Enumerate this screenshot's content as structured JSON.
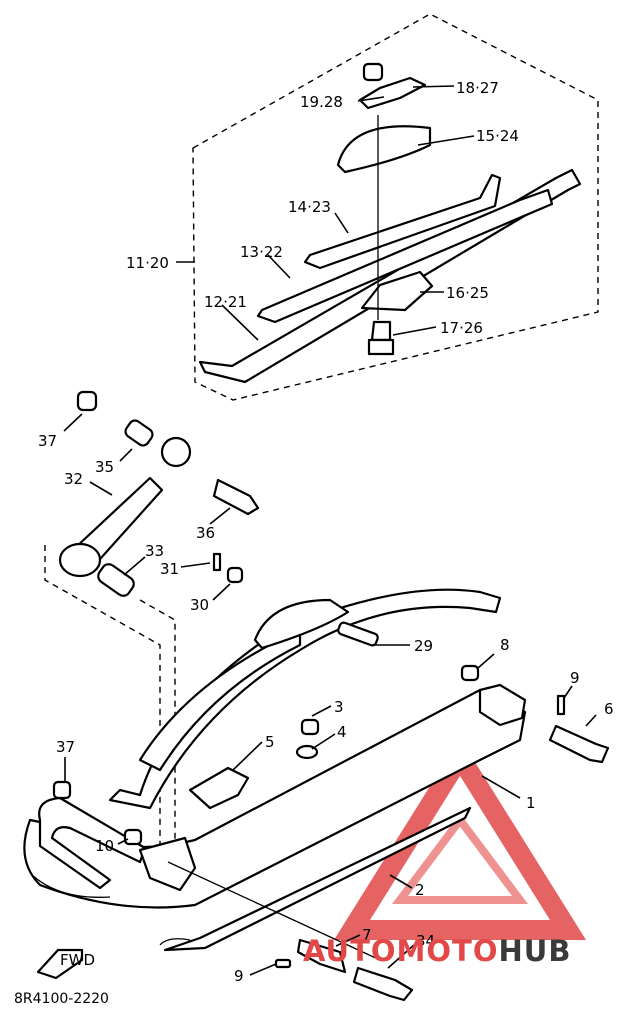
{
  "diagram_code": "8R4100-2220",
  "watermark": {
    "part1": "AUTO",
    "part2": "MOTO",
    "part3": "HUB",
    "red": "#e24848",
    "dark": "#3a3a3a"
  },
  "fwd_mark": "FWD",
  "callouts": {
    "c1920": "19.28",
    "c1827": "18·27",
    "c1524": "15·24",
    "c1423": "14·23",
    "c1120": "11·20",
    "c1322": "13·22",
    "c1221": "12·21",
    "c1625": "16·25",
    "c1726": "17·26",
    "c37a": "37",
    "c35": "35",
    "c32": "32",
    "c36": "36",
    "c33": "33",
    "c31": "31",
    "c30": "30",
    "c29": "29",
    "c8": "8",
    "c9a": "9",
    "c6": "6",
    "c3": "3",
    "c4": "4",
    "c5": "5",
    "c37b": "37",
    "c10": "10",
    "c1": "1",
    "c2": "2",
    "c7": "7",
    "c34": "34",
    "c9b": "9"
  }
}
